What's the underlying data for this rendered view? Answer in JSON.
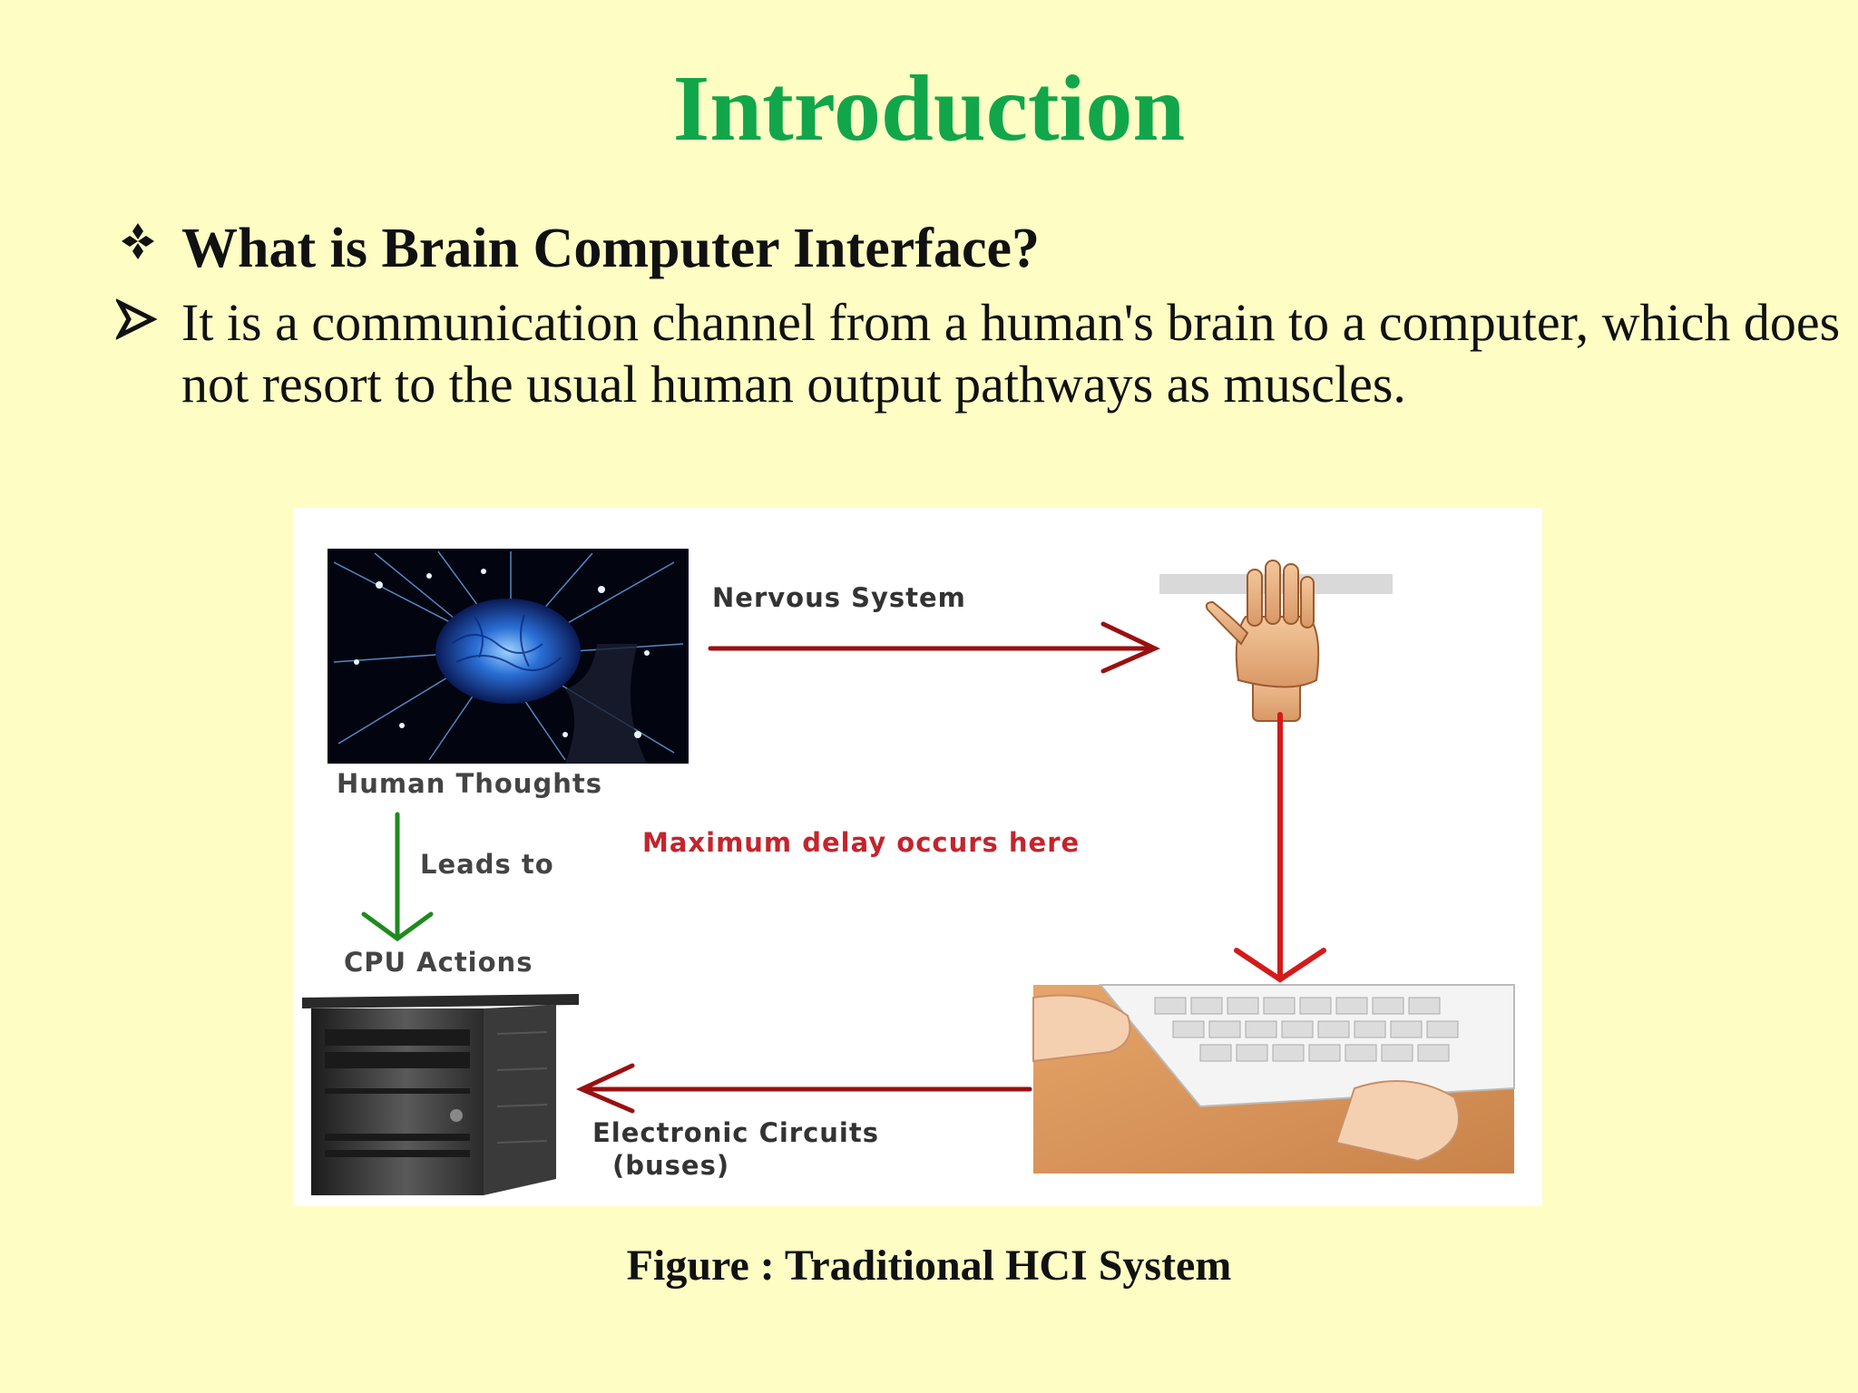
{
  "slide": {
    "title": "Introduction",
    "question": "What is Brain Computer Interface?",
    "answer": "It is a communication channel from a human's brain to a computer, which does not resort to the usual human output pathways as muscles.",
    "caption": "Figure : Traditional HCI System"
  },
  "figure": {
    "labels": {
      "nervous_system": "Nervous System",
      "human_thoughts": "Human Thoughts",
      "leads_to": "Leads to",
      "cpu_actions": "CPU Actions",
      "max_delay": "Maximum delay occurs here",
      "electronic_circuits_line1": "Electronic Circuits",
      "electronic_circuits_line2": "(buses)"
    },
    "icons": [
      "brain-image",
      "hand-image",
      "computer-tower-image",
      "keyboard-hands-image"
    ]
  },
  "colors": {
    "background": "#fdfdc4",
    "title": "#12a64a",
    "arrow_red": "#9a1010",
    "arrow_green": "#1e8a1e",
    "delay_text": "#c4242c",
    "label_text": "#333333"
  }
}
